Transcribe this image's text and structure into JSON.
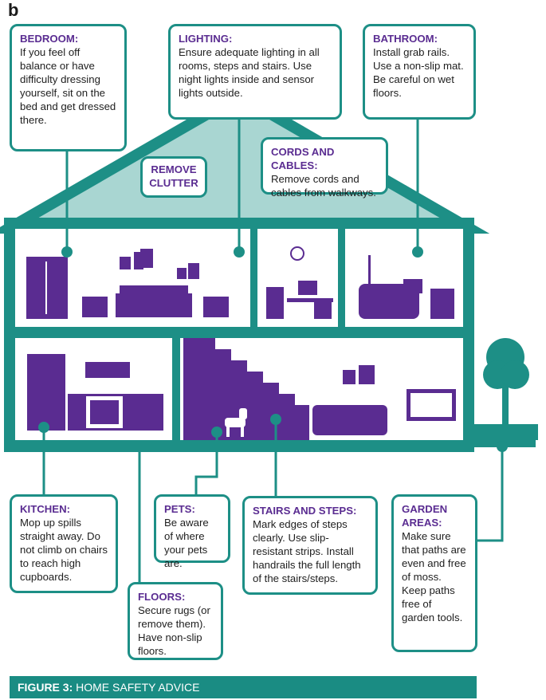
{
  "panel_label": "b",
  "colors": {
    "teal": "#1d8f86",
    "roof_fill": "#a9d6d2",
    "purple": "#5a2c91",
    "footer": "#1a8c83"
  },
  "callouts": {
    "bedroom": {
      "heading": "BEDROOM:",
      "body": "If you feel off balance or have difficulty dressing yourself, sit on the bed and get dressed there."
    },
    "lighting": {
      "heading": "LIGHTING:",
      "body": "Ensure adequate lighting in all rooms, steps and stairs. Use night lights inside and sensor lights outside."
    },
    "bathroom": {
      "heading": "BATHROOM:",
      "body": "Install grab rails. Use a non-slip mat. Be careful on wet floors."
    },
    "clutter": {
      "heading": "REMOVE CLUTTER"
    },
    "cords": {
      "heading": "CORDS AND CABLES:",
      "body": "Remove cords and cables from walkways."
    },
    "kitchen": {
      "heading": "KITCHEN:",
      "body": "Mop up spills straight away. Do not climb on chairs to reach high cupboards."
    },
    "pets": {
      "heading": "PETS:",
      "body": "Be aware of where your pets are."
    },
    "stairs": {
      "heading": "STAIRS AND STEPS:",
      "body": "Mark edges of steps clearly. Use slip-resistant strips. Install handrails the full length of the stairs/steps."
    },
    "garden": {
      "heading": "GARDEN AREAS:",
      "body": "Make sure that paths are even and free of moss. Keep paths free of garden tools."
    },
    "floors": {
      "heading": "FLOORS:",
      "body": "Secure rugs (or remove them). Have non-slip floors."
    }
  },
  "figure_caption": {
    "label": "FIGURE 3:",
    "text": "HOME SAFETY ADVICE"
  }
}
